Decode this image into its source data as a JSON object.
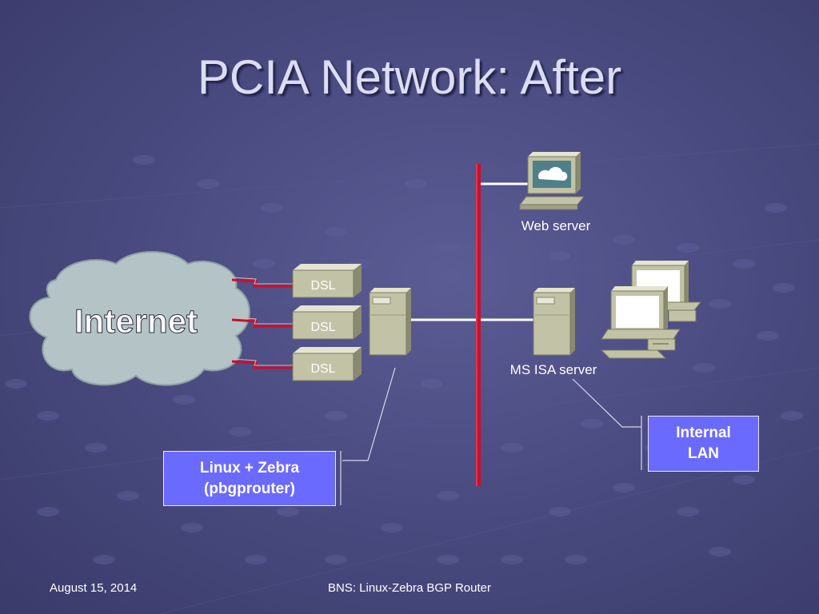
{
  "slide": {
    "title": "PCIA Network: After",
    "footer_date": "August 15, 2014",
    "footer_center": "BNS: Linux-Zebra BGP Router"
  },
  "diagram": {
    "cloud_label": "Internet",
    "dsl_labels": [
      "DSL",
      "DSL",
      "DSL"
    ],
    "web_server_label": "Web server",
    "ms_isa_label": "MS ISA server",
    "router_callout": [
      "Linux + Zebra",
      "(pbgprouter)"
    ],
    "lan_callout": [
      "Internal",
      "LAN"
    ]
  },
  "colors": {
    "backbone": "#c8102e",
    "callout_fill": "#6a6aff",
    "cloud_fill": "#b4c4c6"
  }
}
